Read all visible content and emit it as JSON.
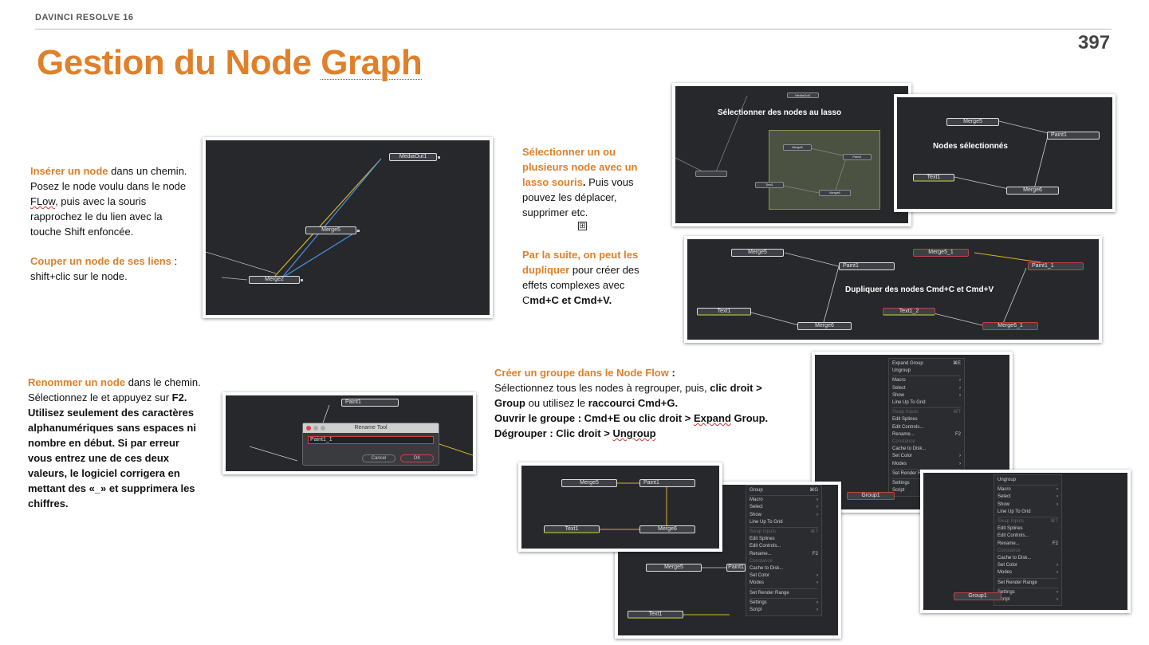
{
  "header": {
    "book_title": "DAVINCI RESOLVE 16",
    "page_number": "397"
  },
  "title": {
    "main": "Gestion du Node ",
    "underlined": "Graph"
  },
  "sections": {
    "insert": {
      "label": "Insérer un node",
      "text1": " dans un chemin. Posez le node voulu dans le node ",
      "flow": "FLow",
      "text2": ", puis avec la souris rapprochez le du lien avec la touche Shift enfoncée.",
      "cut_label": "Couper un node de ses liens",
      "cut_text": " : shift+clic sur le node."
    },
    "lasso": {
      "label": "Sélectionner un ou plusieurs node avec un lasso souris",
      "dot": ".",
      "text": " Puis vous pouvez les déplacer, supprimer etc.",
      "add_icon": "⊞",
      "dup_label": "Par la suite, on peut les dupliquer",
      "dup_text": " pour créer des effets complexes avec C",
      "dup_keys": "md+C et Cmd+V."
    },
    "rename": {
      "label": "Renommer un node",
      "text": " dans le chemin. Sélectionnez le et appuyez sur ",
      "key": "F2.",
      "bold_text": "Utilisez seulement des caractères alphanumériques sans espaces ni nombre en début. Si par erreur vous entrez une de ces deux valeurs, le logiciel corrigera en mettant des «_» et supprimera les chiffres."
    },
    "group": {
      "label": "Créer un groupe dans le Node Flow",
      "colon": " :",
      "line1": "Sélectionnez tous les nodes à regrouper, puis, ",
      "line1b": "clic droit >",
      "line2a": "Group",
      "line2b": " ou utilisez le ",
      "line2c": "raccourci Cmd+G.",
      "line3a": "Ouvrir le groupe : Cmd+E ou clic droit > ",
      "line3b": "Expand",
      "line3c": " Group.",
      "line4a": "Dégrouper : Clic droit > ",
      "line4b": "Ungroup"
    }
  },
  "screens": {
    "s1": {
      "mediaout": "MediaOut1",
      "merge5": "Merge5",
      "merge2": "Merge2"
    },
    "s2": {
      "caption": "Sélectionner des nodes au lasso",
      "mediaout": "MediaOut1",
      "merge5": "Merge5",
      "paint": "Paint1",
      "text": "Text1",
      "merge6": "Merge6"
    },
    "s3": {
      "caption": "Nodes sélectionnés",
      "merge5": "Merge5",
      "paint": "Paint1",
      "text": "Text1",
      "merge6": "Merge6"
    },
    "s4": {
      "caption": "Dupliquer des nodes Cmd+C et Cmd+V",
      "merge5": "Merge5",
      "merge5_1": "Merge5_1",
      "paint": "Paint1",
      "paint1_1": "Paint1_1",
      "text": "Text1",
      "text1_2": "Text1_2",
      "merge6": "Merge6",
      "merge6_1": "Merge6_1"
    },
    "s5": {
      "paint": "Paint1",
      "dialog_title": "Rename Tool",
      "field_value": "Paint1_1",
      "cancel": "Cancel",
      "ok": "OK"
    },
    "s6": {
      "merge5": "Merge5",
      "paint": "Paint1",
      "text": "Text1",
      "merge6": "Merge6"
    },
    "s7": {
      "merge5": "Merge5",
      "paint": "Paint1",
      "text": "Text1",
      "menu": [
        "Group|⌘G",
        "Macro|›",
        "Select|›",
        "Show|›",
        "Line Up To Grid|",
        "Swap Inputs|⌘T",
        "Edit Splines|",
        "Edit Controls...|",
        "Rename...|F2",
        "Constance|",
        "Cache to Disk...|",
        "Set Color|›",
        "Modes|›",
        "Set Render Range|",
        "Settings|›",
        "Script|›"
      ]
    },
    "s8": {
      "group": "Group1",
      "menu": [
        "Expand Group|⌘E",
        "Ungroup|",
        "Macro|›",
        "Select|›",
        "Show|›",
        "Line Up To Grid|",
        "Swap Inputs|⌘T",
        "Edit Splines|",
        "Edit Controls...|",
        "Rename...|F2",
        "Constance|",
        "Cache to Disk...|",
        "Set Color|›",
        "Modes|›",
        "Set Render Range|",
        "Settings|›",
        "Script|›"
      ]
    },
    "s9": {
      "group": "Group1",
      "menu": [
        "Ungroup|",
        "Macro|›",
        "Select|›",
        "Show|›",
        "Line Up To Grid|",
        "Swap Inputs|⌘T",
        "Edit Splines|",
        "Edit Controls...|",
        "Rename...|F2",
        "Constance|",
        "Cache to Disk...|",
        "Set Color|›",
        "Modes|›",
        "Set Render Range|",
        "Settings|›",
        "Script|›"
      ]
    }
  }
}
